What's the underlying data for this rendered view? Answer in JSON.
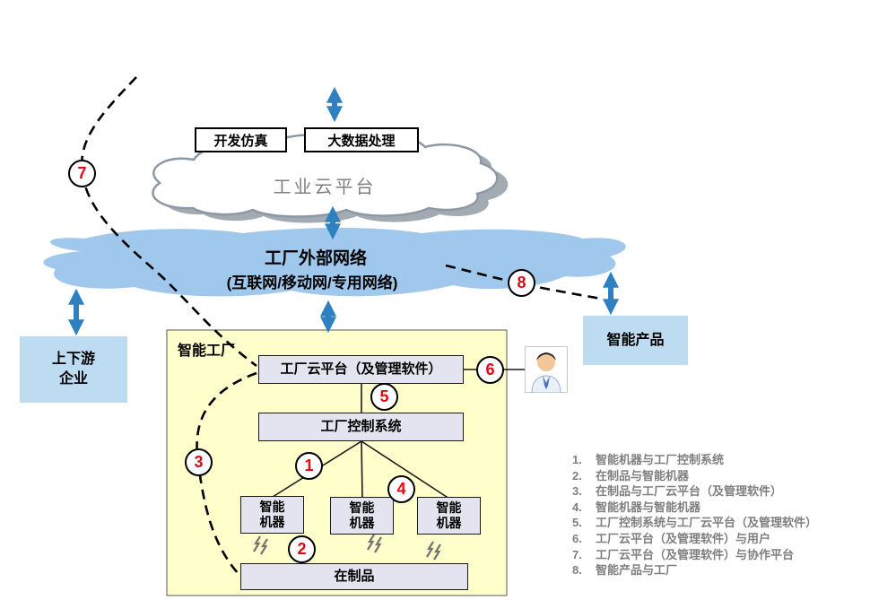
{
  "top": {
    "dev_sim": "开发仿真",
    "big_data": "大数据处理",
    "cloud_label": "工业云平台"
  },
  "network": {
    "title": "工厂外部网络",
    "subtitle": "(互联网/移动网/专用网络)"
  },
  "left_box": {
    "line1": "上下游",
    "line2": "企业"
  },
  "right_box": {
    "label": "智能产品"
  },
  "factory": {
    "label": "智能工厂",
    "platform": "工厂云平台（及管理软件）",
    "control": "工厂控制系统",
    "machine": {
      "line1": "智能",
      "line2": "机器"
    },
    "wip": "在制品"
  },
  "markers": {
    "m1": "1",
    "m2": "2",
    "m3": "3",
    "m4": "4",
    "m5": "5",
    "m6": "6",
    "m7": "7",
    "m8": "8"
  },
  "legend": {
    "items": [
      {
        "num": "1.",
        "text": "智能机器与工厂控制系统"
      },
      {
        "num": "2.",
        "text": "在制品与智能机器"
      },
      {
        "num": "3.",
        "text": "在制品与工厂云平台（及管理软件）"
      },
      {
        "num": "4.",
        "text": "智能机器与智能机器"
      },
      {
        "num": "5.",
        "text": "工厂控制系统与工厂云平台（及管理软件）"
      },
      {
        "num": "6.",
        "text": "工厂云平台（及管理软件）与用户"
      },
      {
        "num": "7.",
        "text": "工厂云平台（及管理软件）与协作平台"
      },
      {
        "num": "8.",
        "text": "智能产品与工厂"
      }
    ]
  },
  "colors": {
    "accent": "#2E80C1",
    "band": "#9FC8EC",
    "sidebox": "#BDDCF2",
    "factory_bg": "#FFFFCC",
    "inner_bg": "#E4E4F0",
    "red": "#E30613",
    "gray": "#7F7F7F",
    "cloud_stroke": "#8C98A4",
    "shadow": "#98A2AA"
  }
}
